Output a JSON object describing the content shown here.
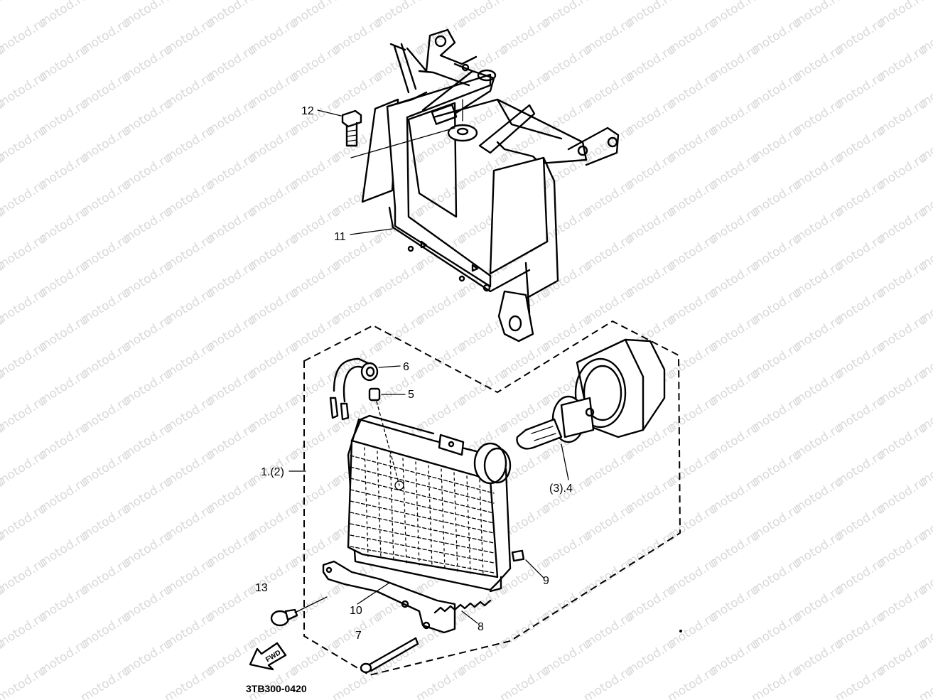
{
  "watermark": "motod.ru",
  "callouts": {
    "c12": "12",
    "c11": "11",
    "c6": "6",
    "c5": "5",
    "c1": "1.(2)",
    "c3": "(3).4",
    "c9": "9",
    "c13": "13",
    "c10": "10",
    "c8": "8",
    "c7": "7"
  },
  "arrow_label": "FWD",
  "diagram_code": "3TB300-0420"
}
